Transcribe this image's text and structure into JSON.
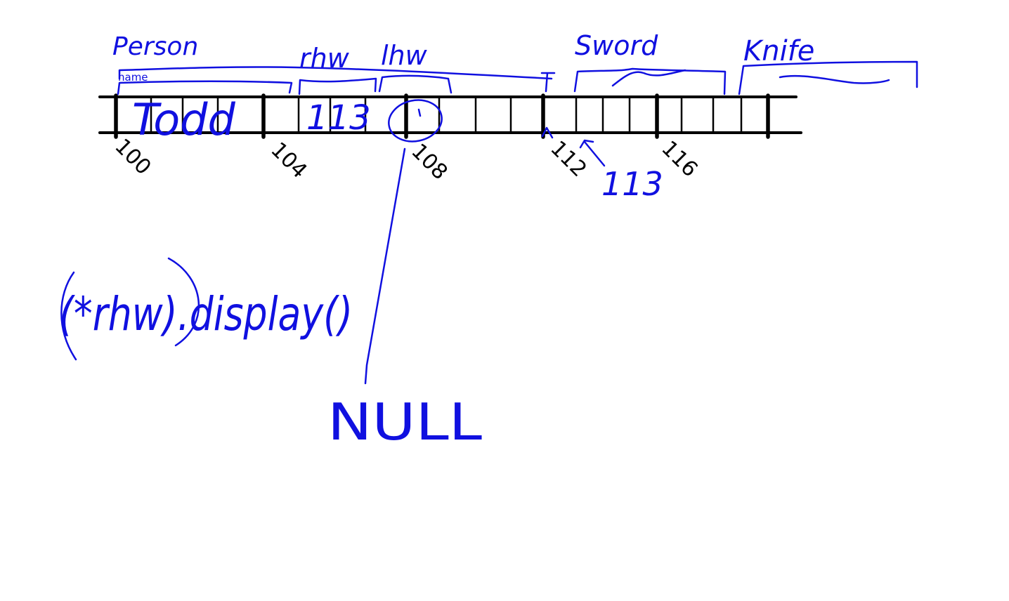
{
  "colors": {
    "ink_black": "#000000",
    "ink_blue": "#1010e0",
    "background": "#ffffff"
  },
  "address_labels": [
    "100",
    "104",
    "108",
    "112",
    "116"
  ],
  "annotations": {
    "person": "Person",
    "name": "name",
    "rhw": "rhw",
    "lhw": "lhw",
    "sword": "Sword",
    "knife": "Knife",
    "name_value": "Todd",
    "rhw_value": "113",
    "arrow_target": "113",
    "null_label": "NULL",
    "expression": "(*rhw).display()"
  }
}
